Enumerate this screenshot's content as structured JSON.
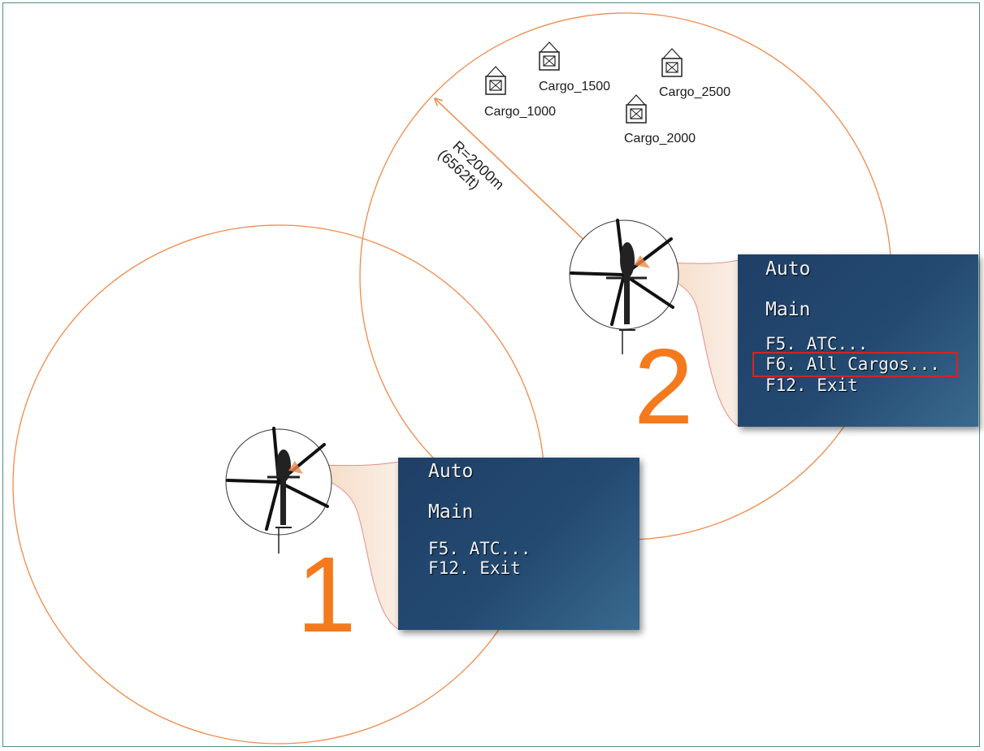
{
  "radius": {
    "line1": "R=2000m",
    "line2": "(6562ft)"
  },
  "cargos": [
    {
      "label": "Cargo_1000"
    },
    {
      "label": "Cargo_1500"
    },
    {
      "label": "Cargo_2000"
    },
    {
      "label": "Cargo_2500"
    }
  ],
  "menu1": {
    "number": "1",
    "title": "Auto",
    "subtitle": "Main",
    "items": [
      "F5. ATC...",
      "F12. Exit"
    ]
  },
  "menu2": {
    "number": "2",
    "title": "Auto",
    "subtitle": "Main",
    "items": [
      "F5. ATC...",
      "F6. All Cargos...",
      "F12. Exit"
    ],
    "highlighted_item": "F6. All Cargos..."
  },
  "colors": {
    "circle": "#f08a4b",
    "number": "#f47a1d",
    "menu_bg": "#244a72",
    "highlight": "#d42323"
  },
  "icons": [
    "helicopter-icon",
    "cargo-icon"
  ]
}
